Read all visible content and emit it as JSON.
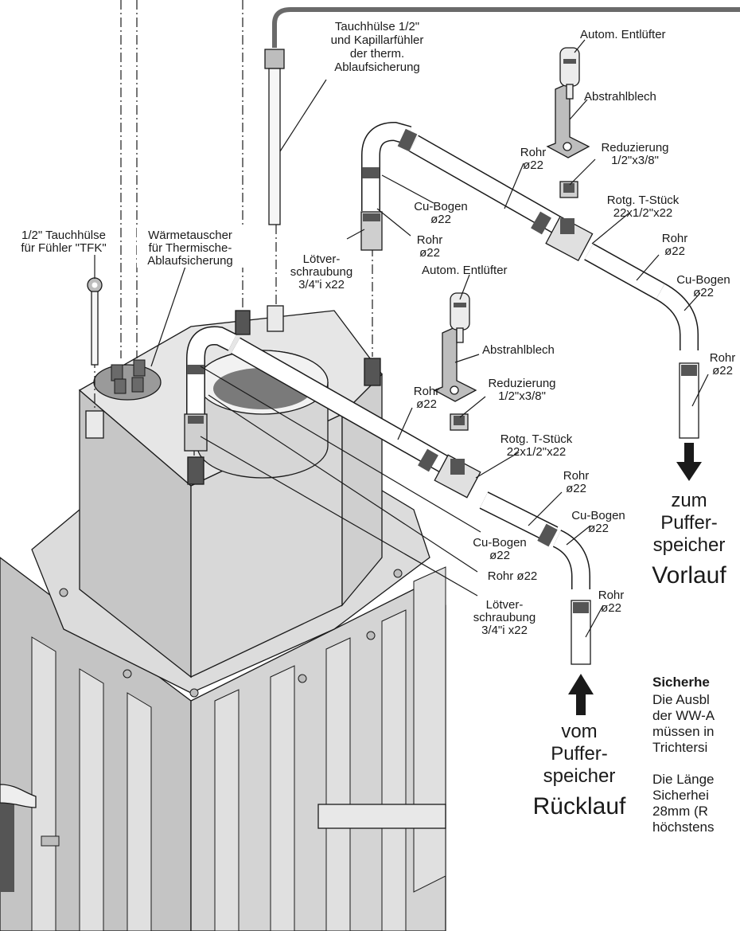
{
  "labels": {
    "tauchhuelse_kapillar": [
      "Tauchhülse 1/2\"",
      "und Kapillarfühler",
      "der therm.",
      "Ablaufsicherung"
    ],
    "tauchhuelse_tfk": [
      "1/2\" Tauchhülse",
      "für Fühler \"TFK\""
    ],
    "waermetauscher": [
      "Wärmetauscher",
      "für Thermische-",
      "Ablaufsicherung"
    ],
    "entluefter_top": "Autom. Entlüfter",
    "abstrahlblech_top": "Abstrahlblech",
    "reduzierung_top": [
      "Reduzierung",
      "1/2\"x3/8\""
    ],
    "rohr_top": [
      "Rohr",
      "ø22"
    ],
    "cubogen_top": [
      "Cu-Bogen",
      "ø22"
    ],
    "rohr_top2": [
      "Rohr",
      "ø22"
    ],
    "loetver_top": [
      "Lötver-",
      "schraubung",
      "3/4\"i x22"
    ],
    "tstueck_top": [
      "Rotg. T-Stück",
      "22x1/2\"x22"
    ],
    "rohr_right1": [
      "Rohr",
      "ø22"
    ],
    "cubogen_right": [
      "Cu-Bogen",
      "ø22"
    ],
    "rohr_right2": [
      "Rohr",
      "ø22"
    ],
    "zum_puffer": [
      "zum",
      "Puffer-",
      "speicher"
    ],
    "vorlauf": "Vorlauf",
    "entluefter_mid": "Autom. Entlüfter",
    "abstrahlblech_mid": "Abstrahlblech",
    "reduzierung_mid": [
      "Reduzierung",
      "1/2\"x3/8\""
    ],
    "rohr_mid": [
      "Rohr",
      "ø22"
    ],
    "tstueck_mid": [
      "Rotg. T-Stück",
      "22x1/2\"x22"
    ],
    "rohr_mid2": [
      "Rohr",
      "ø22"
    ],
    "cubogen_mid": [
      "Cu-Bogen",
      "ø22"
    ],
    "rohr_mid3": [
      "Rohr",
      "ø22"
    ],
    "cubogen_low": [
      "Cu-Bogen",
      "ø22"
    ],
    "rohr_low": "Rohr ø22",
    "loetver_low": [
      "Lötver-",
      "schraubung",
      "3/4\"i x22"
    ],
    "vom_puffer": [
      "vom",
      "Puffer-",
      "speicher"
    ],
    "ruecklauf": "Rücklauf",
    "note_title": "Sicherhe",
    "note_lines": [
      "Die Ausbl",
      "der WW-A",
      "müssen in",
      "Trichtersi",
      "",
      "Die Länge",
      "Sicherhei",
      "28mm (R",
      "höchstens"
    ]
  },
  "colors": {
    "tank_top": "#e6e6e6",
    "tank_left": "#c8c8c8",
    "tank_right": "#d6d6d6",
    "pipe": "#ffffff",
    "fitting_dark": "#4a4a4a",
    "outline": "#1a1a1a"
  }
}
